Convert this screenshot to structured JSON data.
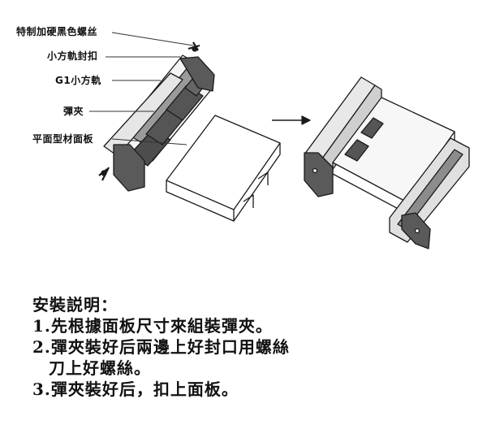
{
  "callouts": {
    "screw": "特制加硬黑色螺丝",
    "end_cap": "小方軌封扣",
    "rail": "G1小方軌",
    "clip": "彈夾",
    "panel": "平面型材面板"
  },
  "instructions": {
    "title": "安裝説明：",
    "step1": "1.先根據面板尺寸來組裝彈夾。",
    "step2_line1": "2.彈夾裝好后兩邊上好封口用螺絲",
    "step2_line2": "刀上好螺絲。",
    "step3": "3.彈夾裝好后，扣上面板。"
  }
}
